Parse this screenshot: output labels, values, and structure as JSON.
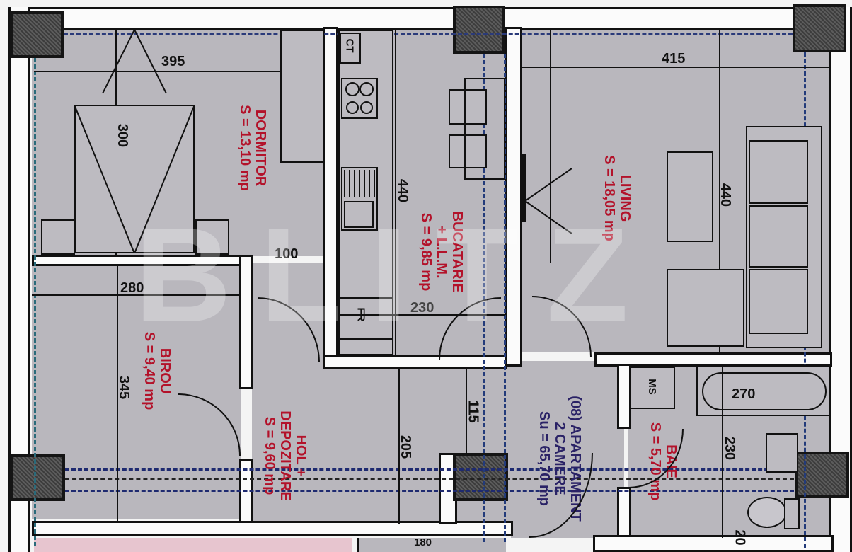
{
  "plan": {
    "apartment": {
      "number": "(08) APARTAMENT",
      "type": "2 CAMERE",
      "area": "Su = 65,70 mp"
    },
    "rooms": [
      {
        "id": "dormitor",
        "name": "DORMITOR",
        "area": "S = 13,10 mp",
        "dims": [
          "395",
          "300"
        ]
      },
      {
        "id": "bucatarie",
        "name": "BUCATARIE",
        "name2": "+ L.L.M.",
        "area": "S = 9,85 mp",
        "dims": [
          "440",
          "230"
        ]
      },
      {
        "id": "living",
        "name": "LIVING",
        "area": "S = 18,05 mp",
        "dims": [
          "415",
          "440"
        ]
      },
      {
        "id": "birou",
        "name": "BIROU",
        "area": "S = 9,40 mp",
        "dims": [
          "280",
          "345"
        ]
      },
      {
        "id": "hol",
        "name": "HOL +",
        "name2": "DEPOZITARE",
        "area": "S = 9,60 mp",
        "dims": [
          "205",
          "100",
          "115"
        ]
      },
      {
        "id": "baie",
        "name": "BAIE",
        "area": "S = 5,70 mp",
        "dims": [
          "270",
          "230",
          "20"
        ]
      }
    ],
    "fixtures": {
      "ct": "CT",
      "fr": "FR",
      "ms": "MS",
      "bottom_dim": "180"
    },
    "watermark": "BLITZ",
    "colors": {
      "floor": "#b9b7bd",
      "label_red": "#b3122a",
      "label_blue": "#2a2266",
      "wall": "#111111"
    }
  }
}
